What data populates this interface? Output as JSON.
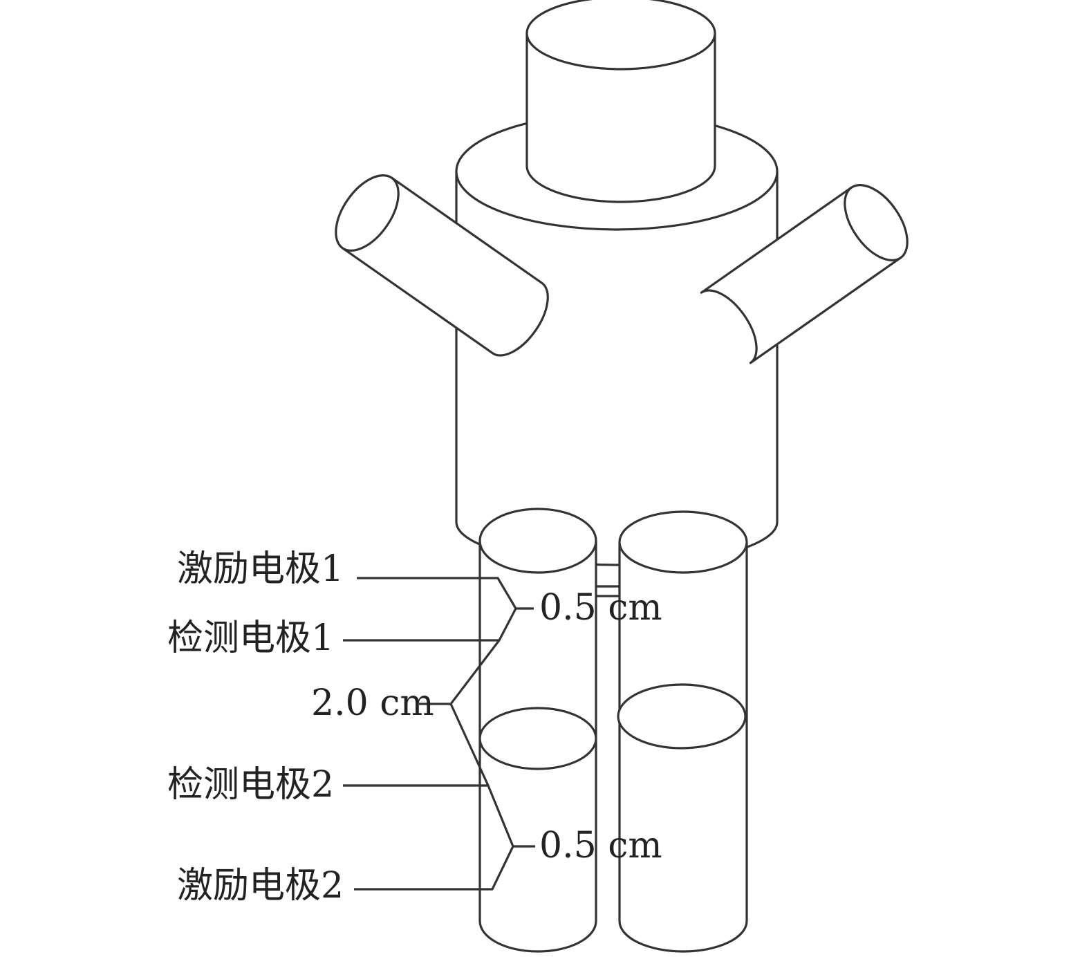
{
  "labels": {
    "excitation_1": "激励电极1",
    "detection_1": "检测电极1",
    "detection_2": "检测电极2",
    "excitation_2": "激励电极2"
  },
  "dimensions": {
    "upper_gap": "0.5 cm",
    "middle_gap": "2.0 cm",
    "lower_gap": "0.5 cm"
  },
  "colors": {
    "stroke": "#333333",
    "text": "#222222",
    "background": "#ffffff"
  }
}
